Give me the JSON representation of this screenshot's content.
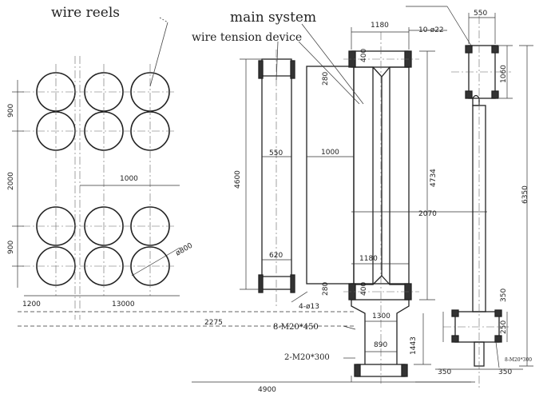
{
  "labels": {
    "wire_reels": "wire reels",
    "main_system": "main system",
    "wire_tension_device": "wire tension device"
  },
  "dims": {
    "d900a": "900",
    "d2000": "2000",
    "d900b": "900",
    "d1000a": "1000",
    "d800": "ø800",
    "d1200": "1200",
    "d13000": "13000",
    "d2275": "2275",
    "d4900": "4900",
    "d4600": "4600",
    "d550a": "550",
    "d620": "620",
    "d4_13": "4-ø13",
    "d280a": "280",
    "d1000b": "1000",
    "d280b": "280",
    "d1180a": "1180",
    "d10_22": "10-ø22",
    "d400a": "400",
    "d4734": "4734",
    "d2070": "2070",
    "d1180b": "1180",
    "d400b": "400",
    "d1300": "1300",
    "d890": "890",
    "d1443": "1443",
    "d8m20": "8-M20*450",
    "d2m20": "2-M20*300",
    "d550b": "550",
    "d1060": "1060",
    "d6350": "6350",
    "d350a": "350",
    "d250": "250",
    "d8m20s": "8-M20*300",
    "d350b": "350",
    "d350c": "350"
  }
}
